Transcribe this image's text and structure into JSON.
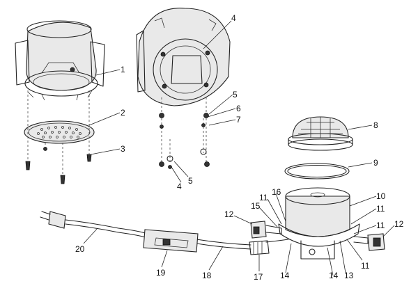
{
  "callouts": {
    "c1": "1",
    "c2": "2",
    "c3": "3",
    "c4a": "4",
    "c4b": "4",
    "c5a": "5",
    "c5b": "5",
    "c6": "6",
    "c7": "7",
    "c8": "8",
    "c9": "9",
    "c10": "10",
    "c11a": "11",
    "c11b": "11",
    "c11c": "11",
    "c11d": "11",
    "c12a": "12",
    "c12b": "12",
    "c13": "13",
    "c14a": "14",
    "c14b": "14",
    "c15": "15",
    "c16": "16",
    "c17": "17",
    "c18": "18",
    "c19": "19",
    "c20": "20"
  }
}
